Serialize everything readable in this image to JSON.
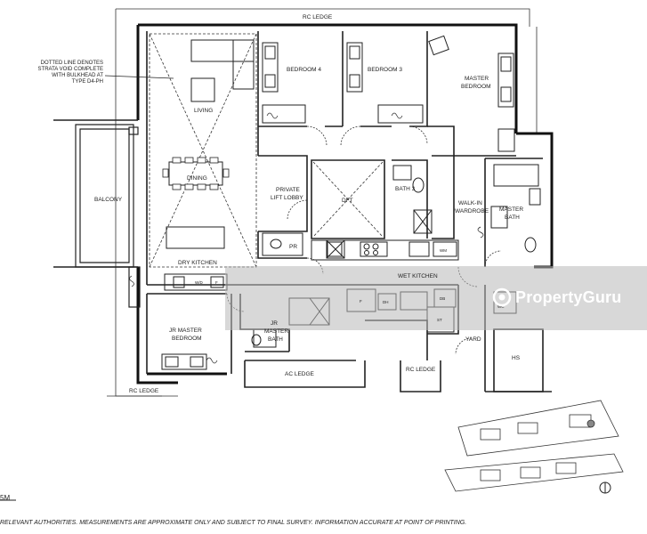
{
  "plan": {
    "rooms": {
      "rc_ledge_top": "RC LEDGE",
      "bedroom4": "BEDROOM 4",
      "bedroom3": "BEDROOM 3",
      "master_bedroom_l1": "MASTER",
      "master_bedroom_l2": "BEDROOM",
      "living": "LIVING",
      "dining": "DINING",
      "balcony": "BALCONY",
      "private_lift_l1": "PRIVATE",
      "private_lift_l2": "LIFT LOBBY",
      "dft": "DFT",
      "pr": "PR",
      "bath3": "BATH 3",
      "walkin_l1": "WALK-IN",
      "walkin_l2": "WARDROBE",
      "master_bath_l1": "MASTER",
      "master_bath_l2": "BATH",
      "dry_kitchen": "DRY KITCHEN",
      "wet_kitchen": "WET KITCHEN",
      "jr_master_l1": "JR MASTER",
      "jr_master_l2": "BEDROOM",
      "jr_bath_l1": "JR",
      "jr_bath_l2": "MASTER",
      "jr_bath_l3": "BATH",
      "ac_ledge": "AC LEDGE",
      "rc_ledge_mid": "RC LEDGE",
      "rc_ledge_bl": "RC LEDGE",
      "yard": "YARD",
      "hs": "HS",
      "wc": "WC",
      "st": "ST",
      "db": "DB",
      "f_label": "F",
      "dh_label": "DH",
      "wd_label": "W/D",
      "wm_label": "WM",
      "f2_label": "F"
    },
    "note_lines": [
      "DOTTED LINE DENOTES",
      "STRATA VOID COMPLETE",
      "WITH BULKHEAD AT",
      "TYPE D4-PH"
    ]
  },
  "footer": {
    "scale": "5M",
    "disclaimer": "RELEVANT AUTHORITIES. MEASUREMENTS ARE APPROXIMATE ONLY AND SUBJECT TO FINAL SURVEY. INFORMATION ACCURATE AT POINT OF PRINTING."
  },
  "watermark": {
    "text": "PropertyGuru",
    "color": "#ffffff"
  },
  "colors": {
    "wall": "#222222",
    "overlay": "#b8b8b8"
  }
}
